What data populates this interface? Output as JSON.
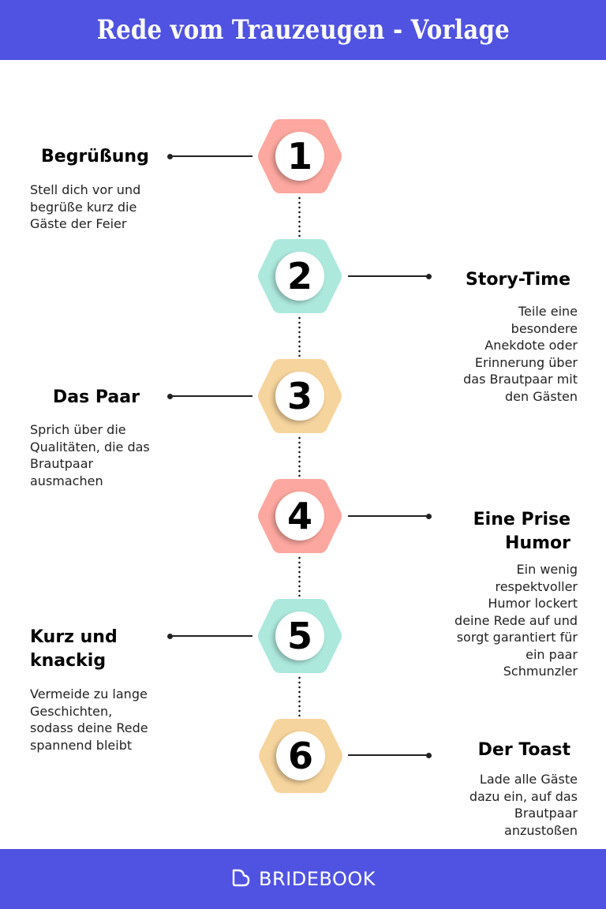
{
  "header": {
    "title": "Rede vom Trauzeugen - Vorlage"
  },
  "colors": {
    "brand": "#5053e1",
    "coral": "#fca79f",
    "mint": "#ade8dd",
    "sand": "#f6d49d"
  },
  "steps": [
    {
      "number": "1",
      "title": "Begrüßung",
      "description": "Stell dich vor und\nbegrüße kurz die\nGäste der Feier",
      "side": "left",
      "color": "#fca79f"
    },
    {
      "number": "2",
      "title": "Story-Time",
      "description": "Teile eine\nbesondere\nAnekdote oder\nErinnerung über\ndas Brautpaar mit\nden Gästen",
      "side": "right",
      "color": "#ade8dd"
    },
    {
      "number": "3",
      "title": "Das Paar",
      "description": "Sprich über die\nQualitäten, die das\nBrautpaar\nausmachen",
      "side": "left",
      "color": "#f6d49d"
    },
    {
      "number": "4",
      "title": "Eine Prise\nHumor",
      "description": "Ein wenig\nrespektvoller\nHumor lockert\ndeine Rede auf und\nsorgt garantiert für\nein paar\nSchmunzler",
      "side": "right",
      "color": "#fca79f"
    },
    {
      "number": "5",
      "title": "Kurz und\nknackig",
      "description": "Vermeide zu lange\nGeschichten,\nsodass deine Rede\nspannend bleibt",
      "side": "left",
      "color": "#ade8dd"
    },
    {
      "number": "6",
      "title": "Der Toast",
      "description": "Lade alle Gäste\ndazu ein, auf das\nBrautpaar\nanzustoßen",
      "side": "right",
      "color": "#f6d49d"
    }
  ],
  "footer": {
    "logo_icon": "heart-outline-icon",
    "brand": "BRIDEBOOK"
  }
}
